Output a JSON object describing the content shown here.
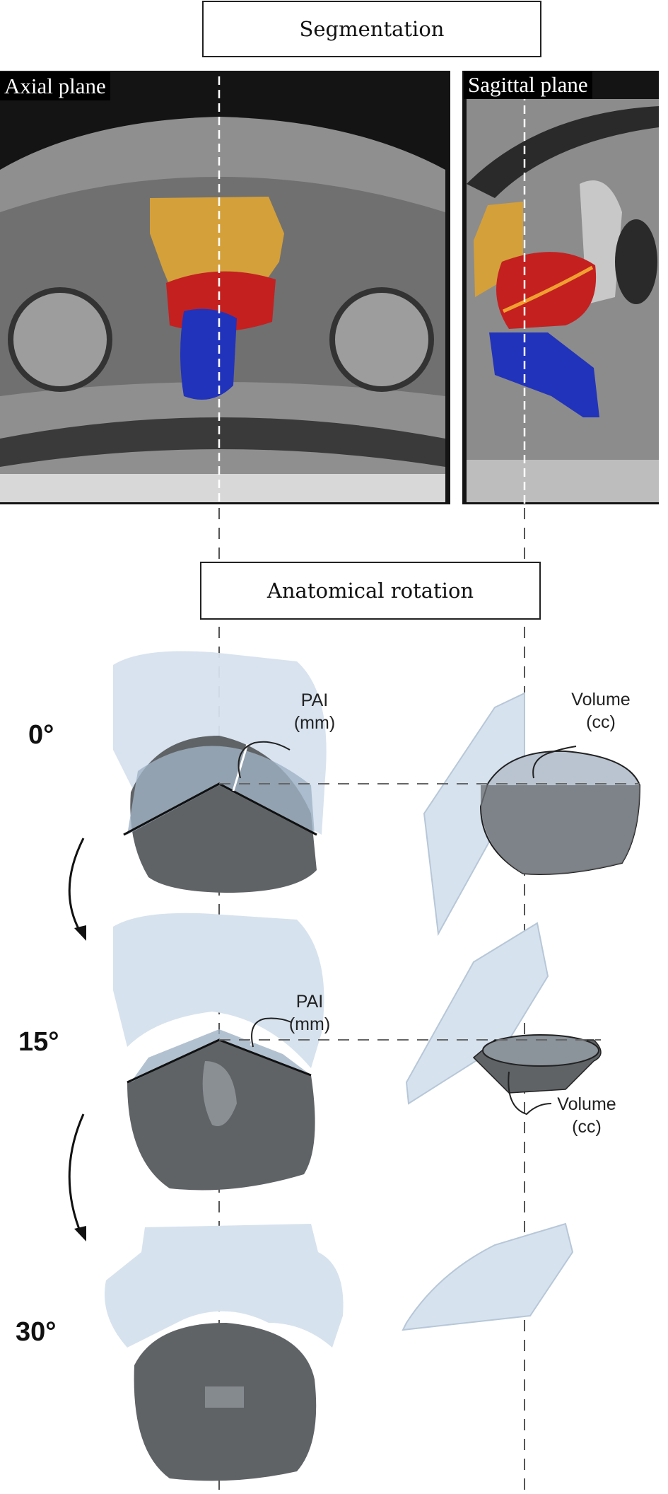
{
  "titles": {
    "segmentation": "Segmentation",
    "rotation": "Anatomical rotation"
  },
  "planes": {
    "axial": "Axial plane",
    "sagittal": "Sagittal plane"
  },
  "angles": [
    "0°",
    "15°",
    "30°"
  ],
  "annotations": {
    "pai": "PAI",
    "pai_unit": "(mm)",
    "volume": "Volume",
    "volume_unit": "(cc)"
  },
  "colors": {
    "bladder": "#d4a03a",
    "prostate": "#c42020",
    "rectum": "#2233bb",
    "bladder_3d": "#d6e2ee",
    "prostate_3d": "#5f6366"
  }
}
